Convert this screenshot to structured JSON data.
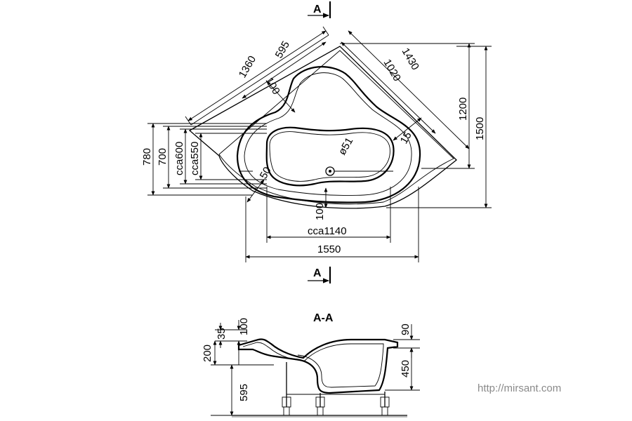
{
  "plan": {
    "section_label": "A",
    "dims": {
      "d1360": "1360",
      "d595": "595",
      "d1020": "1020",
      "d1430": "1430",
      "d100_diag": "100",
      "d1200": "1200",
      "d1500": "1500",
      "d15": "15",
      "d51": "ø51",
      "d50": "50",
      "d100_bottom": "100",
      "d780": "780",
      "d700": "700",
      "d600": "cca600",
      "d550": "cca550",
      "d1140": "cca1140",
      "d1550": "1550"
    }
  },
  "section": {
    "title": "A-A",
    "dims": {
      "d35": "35",
      "d100": "100",
      "d200": "200",
      "d595": "595",
      "d90": "90",
      "d450": "450"
    }
  },
  "watermark": "http://mirsant.com"
}
